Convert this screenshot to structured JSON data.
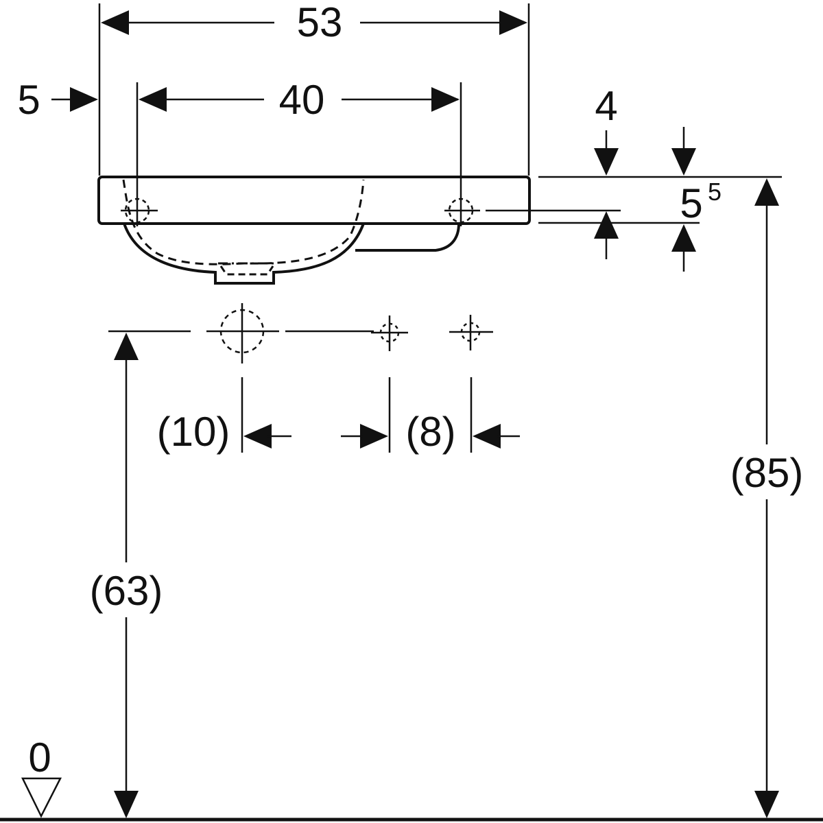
{
  "drawing": {
    "overall_width": "53",
    "tap_hole_spacing": "40",
    "edge_offset": "5",
    "rim_thickness": "4",
    "basin_depth_main": "5",
    "basin_depth_sup": "5",
    "drain_offset": "(10)",
    "hole_spacing_small": "(8)",
    "rim_height": "(85)",
    "drain_height": "(63)",
    "floor_level": "0"
  },
  "colors": {
    "line": "#111111",
    "background": "#ffffff"
  }
}
